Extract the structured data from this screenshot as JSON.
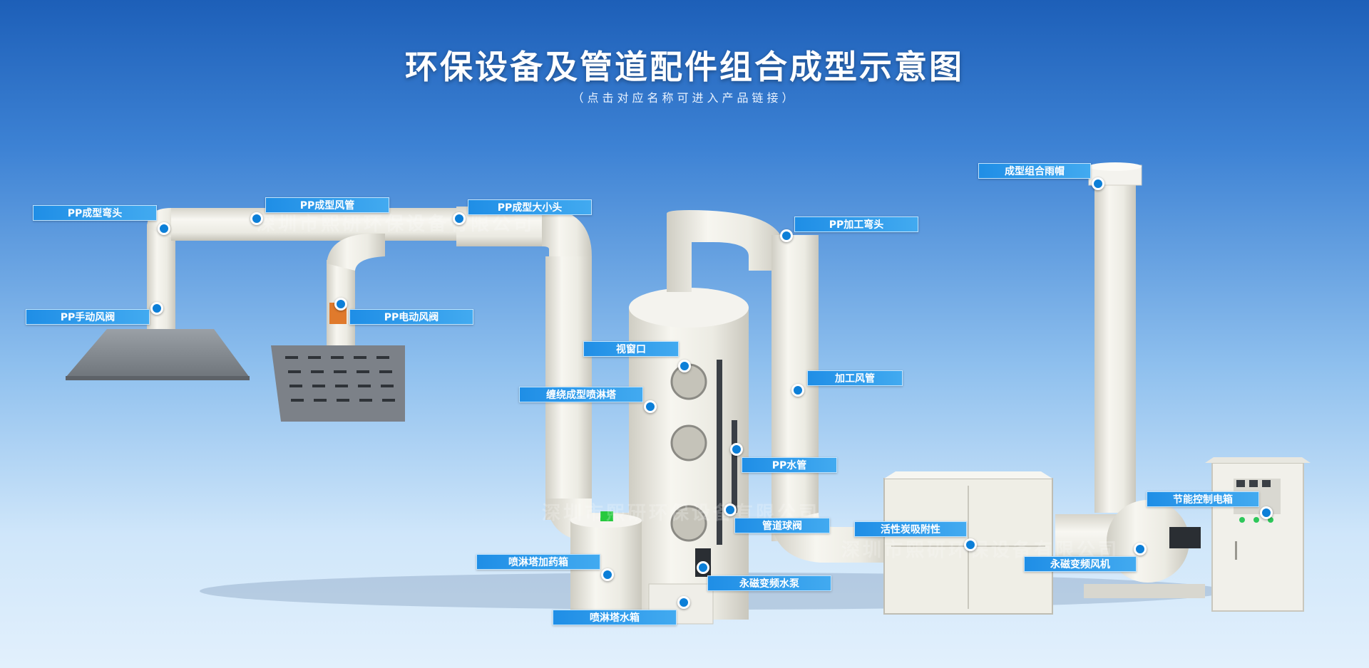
{
  "header": {
    "title": "环保设备及管道配件组合成型示意图",
    "subtitle": "（点击对应名称可进入产品链接）"
  },
  "watermark": "深圳市熙研环保设备有限公司",
  "colors": {
    "label_bg": "#2b9be9",
    "dot": "#0c7fd8",
    "pipe": "#ecebe3"
  },
  "labels": {
    "pp_formed_elbow": "PP成型弯头",
    "pp_formed_duct": "PP成型风管",
    "pp_reducer": "PP成型大小头",
    "pp_manual_damper": "PP手动风阀",
    "pp_electric_damper": "PP电动风阀",
    "pp_processed_elbow": "PP加工弯头",
    "rain_cap": "成型组合雨帽",
    "sight_window": "视窗口",
    "wound_spray_tower": "缠绕成型喷淋塔",
    "processed_duct": "加工风管",
    "pp_water_pipe": "PP水管",
    "pipe_ball_valve": "管道球阀",
    "activated_carbon": "活性炭吸附性",
    "energy_control_box": "节能控制电箱",
    "dosing_tank": "喷淋塔加药箱",
    "pm_vf_pump": "永磁变频水泵",
    "pm_vf_fan": "永磁变频风机",
    "water_tank": "喷淋塔水箱"
  }
}
